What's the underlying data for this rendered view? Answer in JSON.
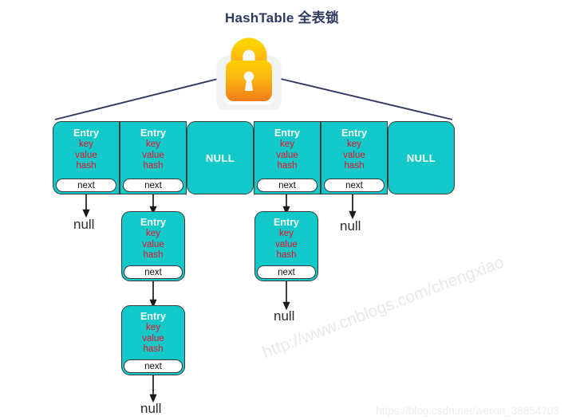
{
  "title": "HashTable 全表锁",
  "colors": {
    "title": "#2f3a62",
    "cell_fill": "#12c9c9",
    "entry_label": "#ffffff",
    "field_text": "#e8102a",
    "connector": "#2f3a62",
    "arrow": "#1a1a1a",
    "lock_top": "#fcc800",
    "lock_bottom": "#f07c18"
  },
  "lock": {
    "icon": "padlock-icon",
    "alt": "closed padlock representing full table lock"
  },
  "table": {
    "name": "hashtable-bucket-array",
    "entry_label": "Entry",
    "fields": [
      "key",
      "value",
      "hash"
    ],
    "next_label": "next",
    "null_label": "NULL",
    "cells": [
      {
        "index": 0,
        "type": "entry"
      },
      {
        "index": 1,
        "type": "entry"
      },
      {
        "index": 2,
        "type": "null"
      },
      {
        "index": 3,
        "type": "entry"
      },
      {
        "index": 4,
        "type": "entry"
      },
      {
        "index": 5,
        "type": "null"
      }
    ]
  },
  "chains": [
    {
      "bucket": 0,
      "nodes": 0,
      "terminator": "null"
    },
    {
      "bucket": 1,
      "nodes": 2,
      "terminator": "null"
    },
    {
      "bucket": 3,
      "nodes": 1,
      "terminator": "null"
    },
    {
      "bucket": 4,
      "nodes": 0,
      "terminator": "null"
    }
  ],
  "nodes": {
    "n1": {
      "entry": "Entry",
      "key": "key",
      "value": "value",
      "hash": "hash",
      "next": "next"
    },
    "n2": {
      "entry": "Entry",
      "key": "key",
      "value": "value",
      "hash": "hash",
      "next": "next"
    },
    "n3": {
      "entry": "Entry",
      "key": "key",
      "value": "value",
      "hash": "hash",
      "next": "next"
    }
  },
  "null_leaves": {
    "b0": "null",
    "b1": "null",
    "b3": "null",
    "b4": "null"
  },
  "watermarks": {
    "diagonal": "http://www.cnblogs.com/chengxiao",
    "bottom": "https://blog.csdn.net/weixin_38854703"
  }
}
